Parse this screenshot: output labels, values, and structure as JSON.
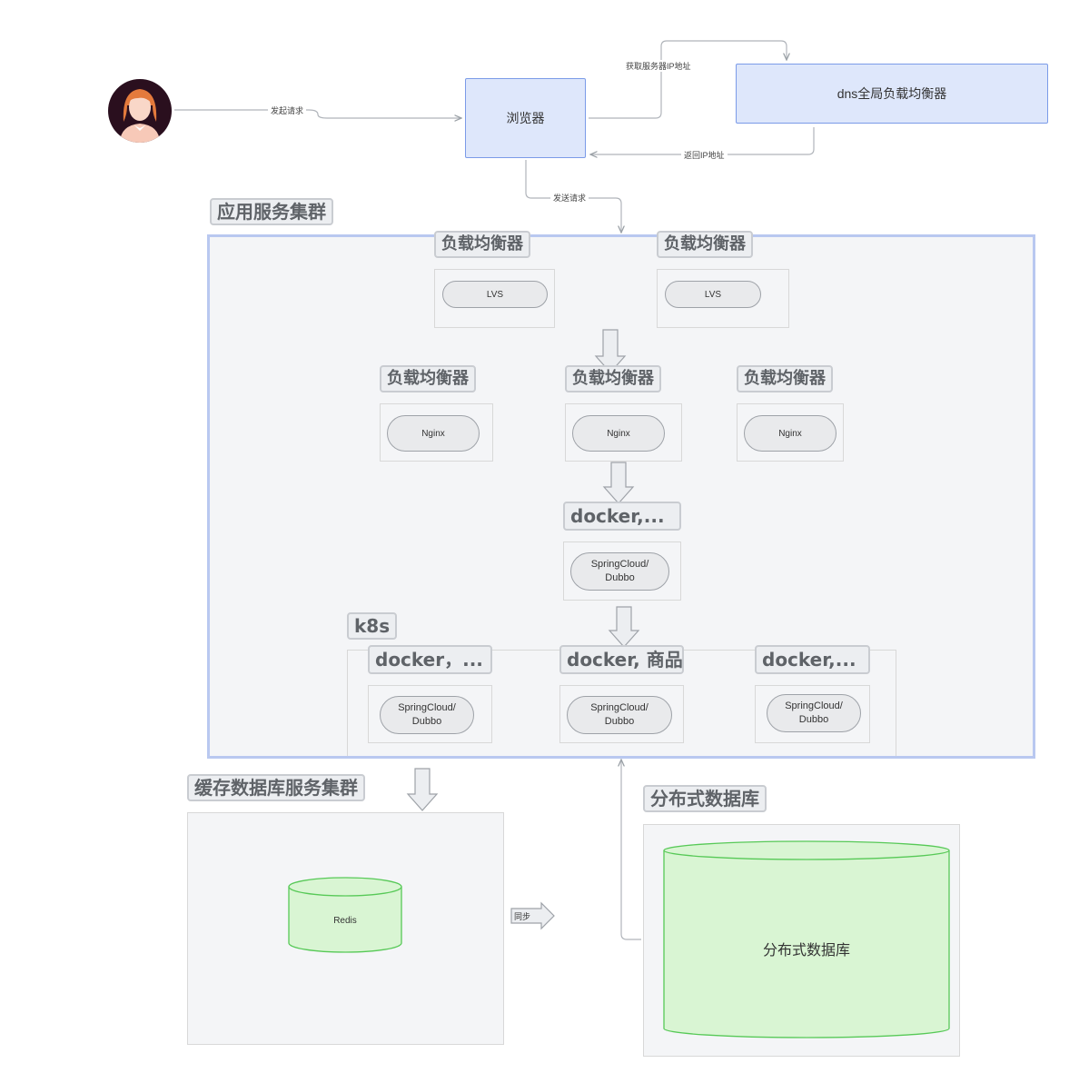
{
  "user": {
    "icon": "user-avatar-icon"
  },
  "browser": {
    "label": "浏览器"
  },
  "dns": {
    "label": "dns全局负载均衡器"
  },
  "edges": {
    "initiate_request": "发起请求",
    "get_server_ip": "获取服务器IP地址",
    "return_ip": "返回IP地址",
    "send_request": "发送请求",
    "sync": "同步"
  },
  "app_cluster": {
    "title": "应用服务集群",
    "lvs_group": [
      {
        "tag": "负载均衡器",
        "node": "LVS"
      },
      {
        "tag": "负载均衡器",
        "node": "LVS"
      }
    ],
    "nginx_group": [
      {
        "tag": "负载均衡器",
        "node": "Nginx"
      },
      {
        "tag": "负载均衡器",
        "node": "Nginx"
      },
      {
        "tag": "负载均衡器",
        "node": "Nginx"
      }
    ],
    "docker_main": {
      "tag": "docker,...",
      "node": "SpringCloud/\nDubbo"
    },
    "k8s": {
      "title": "k8s",
      "containers": [
        {
          "tag": "docker，...",
          "node": "SpringCloud/\nDubbo"
        },
        {
          "tag": "docker, 商品",
          "node": "SpringCloud/\nDubbo"
        },
        {
          "tag": "docker,...",
          "node": "SpringCloud/\nDubbo"
        }
      ]
    }
  },
  "cache_cluster": {
    "title": "缓存数据库服务集群",
    "node": "Redis"
  },
  "distributed_db": {
    "title": "分布式数据库",
    "node": "分布式数据库"
  },
  "colors": {
    "cluster_border": "#b9c8f0",
    "node_fill": "#dee7fb",
    "node_border": "#7b9be8",
    "db_fill": "#d9f5d3",
    "db_border": "#57c957",
    "hair": "#e47a3c"
  }
}
